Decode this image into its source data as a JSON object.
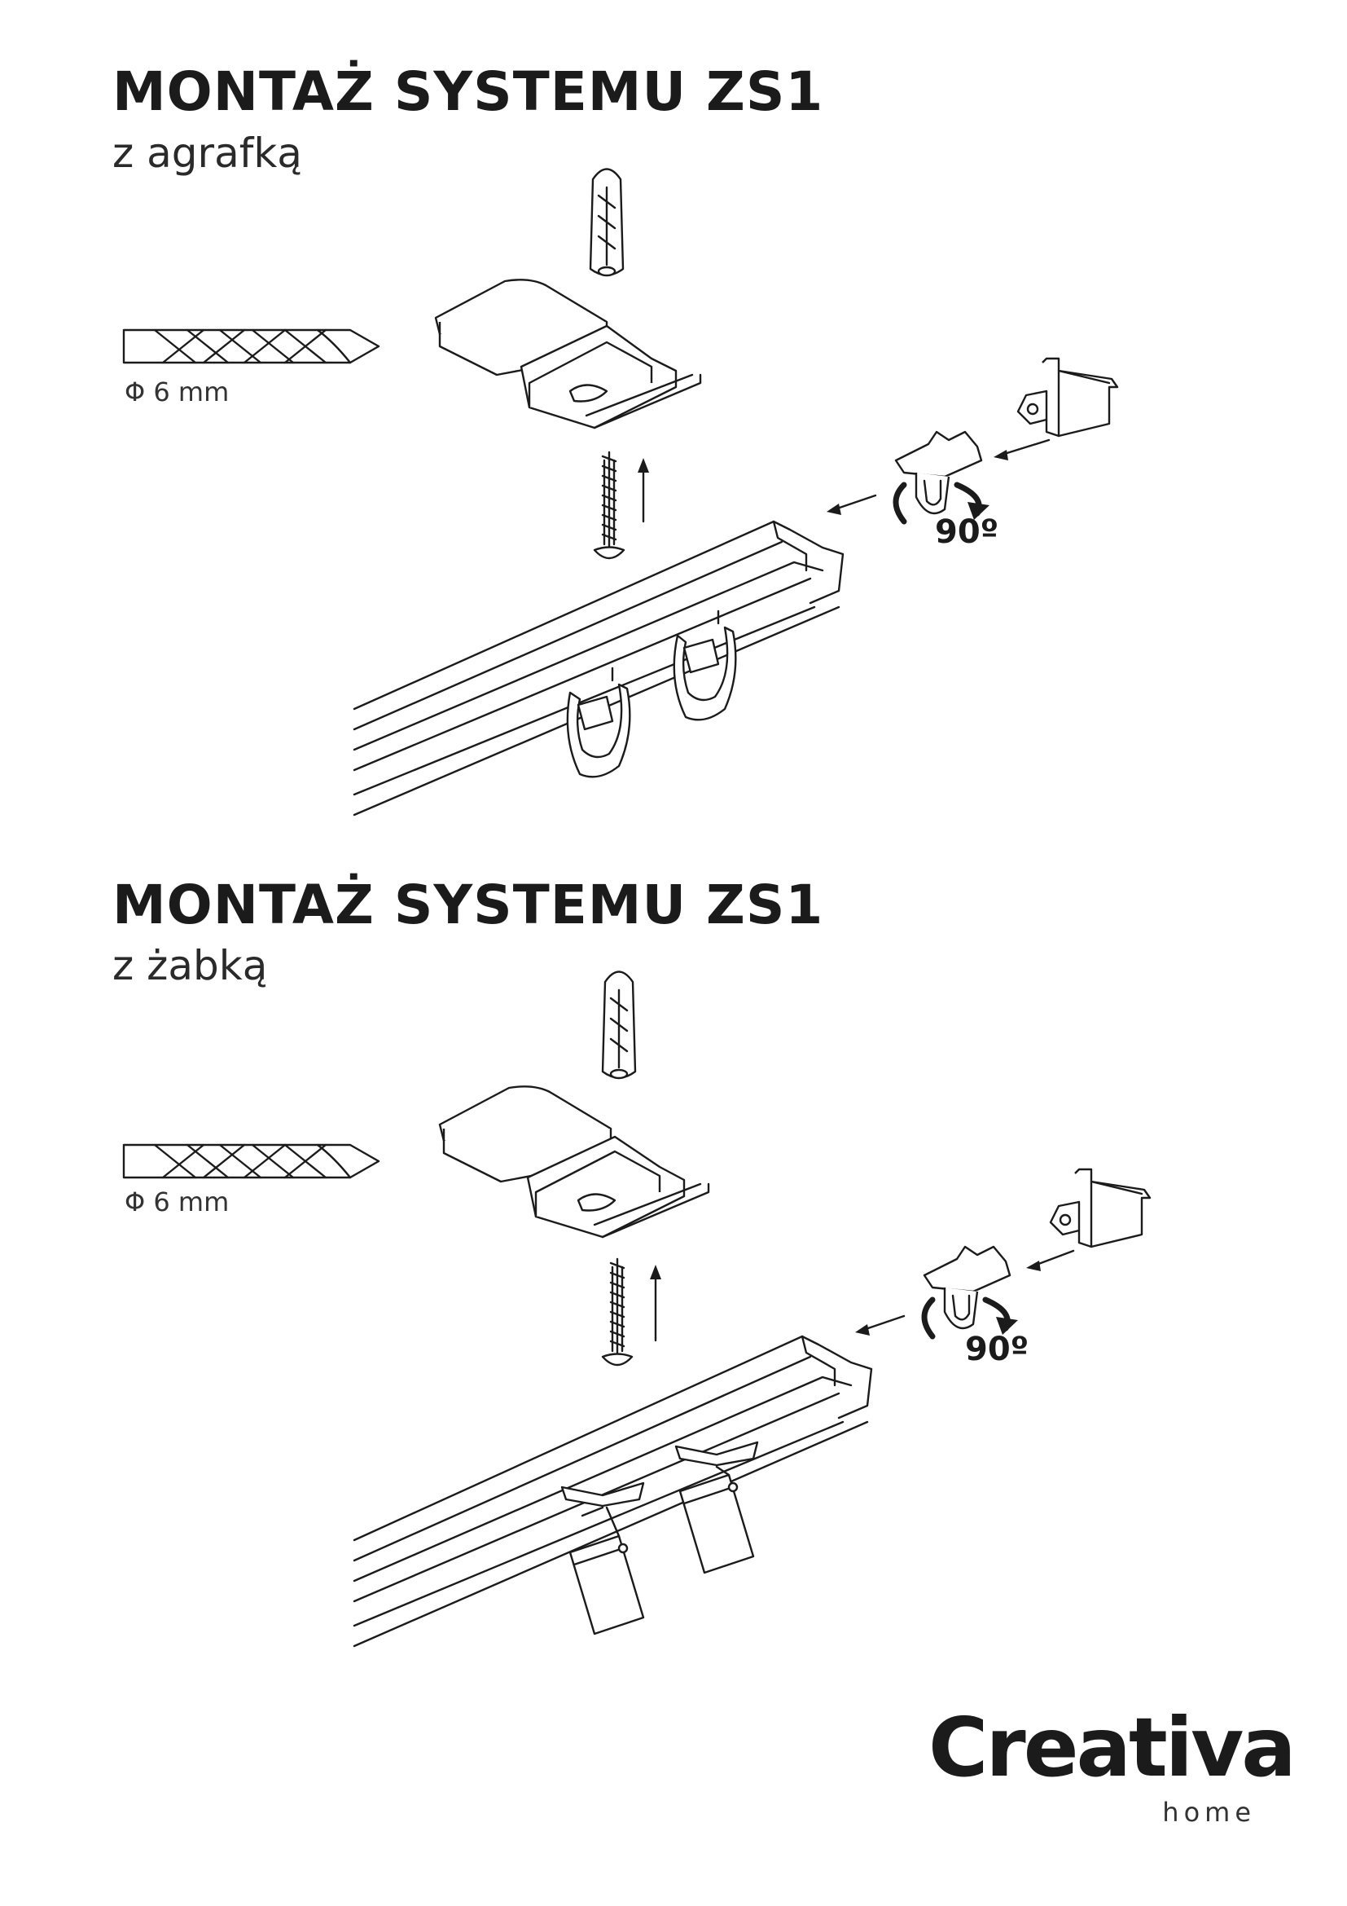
{
  "sections": [
    {
      "title": "MONTAŻ SYSTEMU ZS1",
      "subtitle": "z agrafką",
      "drill_label": "Φ 6 mm",
      "rotation_label": "90º"
    },
    {
      "title": "MONTAŻ SYSTEMU ZS1",
      "subtitle": "z żabką",
      "drill_label": "Φ 6 mm",
      "rotation_label": "90º"
    }
  ],
  "brand": {
    "name": "Creativa",
    "sub": "home"
  },
  "icons": {
    "drill": "drill-bit-icon",
    "dowel": "wall-plug-icon",
    "screw": "screw-icon",
    "bracket": "ceiling-bracket-icon",
    "end_cap": "end-cap-icon",
    "stopper": "stopper-icon",
    "rail": "curtain-rail-icon",
    "hook": "curtain-hook-icon",
    "clip": "curtain-clip-icon",
    "rotation": "rotation-arrow-icon"
  }
}
